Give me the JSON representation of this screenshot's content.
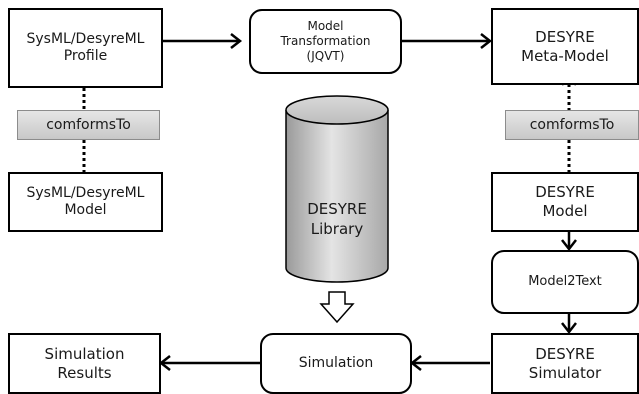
{
  "profile_box": "SysML/DesyreML\nProfile",
  "transformation_box": "Model\nTransformation\n(JQVT)",
  "metamodel_box": "DESYRE\nMeta-Model",
  "conforms_left": "comformsTo",
  "conforms_right": "comformsTo",
  "sysml_model_box": "SysML/DesyreML\nModel",
  "library_cylinder": "DESYRE\nLibrary",
  "desyre_model_box": "DESYRE\nModel",
  "model2text_box": "Model2Text",
  "sim_results_box": "Simulation\nResults",
  "simulation_box": "Simulation",
  "simulator_box": "DESYRE\nSimulator"
}
